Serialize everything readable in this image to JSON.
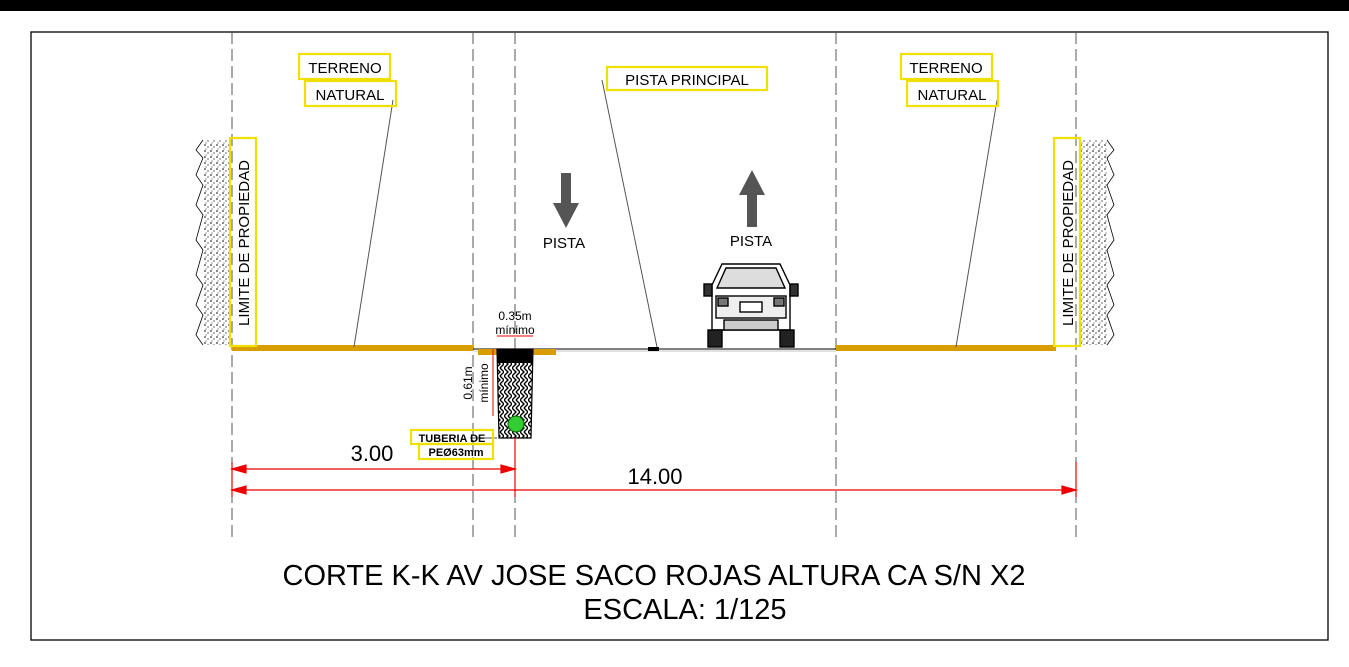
{
  "labels": {
    "terreno_left_1": "TERRENO",
    "terreno_left_2": "NATURAL",
    "terreno_right_1": "TERRENO",
    "terreno_right_2": "NATURAL",
    "pista_principal": "PISTA  PRINCIPAL",
    "pista_left": "PISTA",
    "pista_right": "PISTA",
    "limite_left": "LIMITE  DE  PROPIEDAD",
    "limite_right": "LIMITE  DE  PROPIEDAD",
    "width_035": "0.35m",
    "minimo_top": "mínimo",
    "depth_061": "0.61m",
    "minimo_side": "mínimo",
    "tuberia_1": "TUBERIA  DE",
    "tuberia_2": "PEØ63mm"
  },
  "dimensions": {
    "d300": "3.00",
    "d1400": "14.00"
  },
  "titles": {
    "main": "CORTE K-K AV JOSE SACO ROJAS ALTURA CA S/N X2",
    "scale": "ESCALA: 1/125"
  },
  "colors": {
    "ground": "#d89e00",
    "label_box": "#f0e000",
    "dimension": "#ee0000",
    "arrow_gray": "#555555",
    "pipe": "#33cc33"
  }
}
